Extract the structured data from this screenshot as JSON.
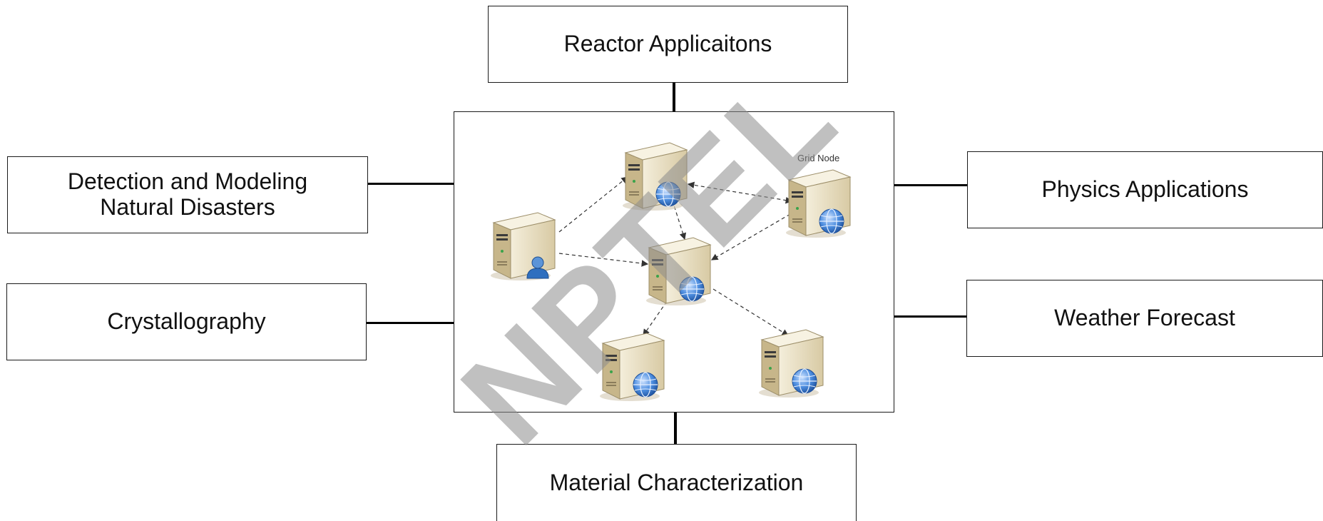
{
  "boxes": {
    "top": "Reactor Applicaitons",
    "left_top": "Detection and Modeling\nNatural Disasters",
    "left_bottom": "Crystallography",
    "right_top": "Physics Applications",
    "right_bottom": "Weather Forecast",
    "bottom": "Material Characterization"
  },
  "grid_label": "Grid Node",
  "watermark": "NPTEL",
  "colors": {
    "server_body": "#e9dfc3",
    "server_shade": "#c9b98f",
    "globe": "#3f7fd1",
    "user": "#2f6fbf",
    "watermark": "#8c8c8c"
  },
  "icons": [
    "server-user-icon",
    "server-globe-icon"
  ]
}
